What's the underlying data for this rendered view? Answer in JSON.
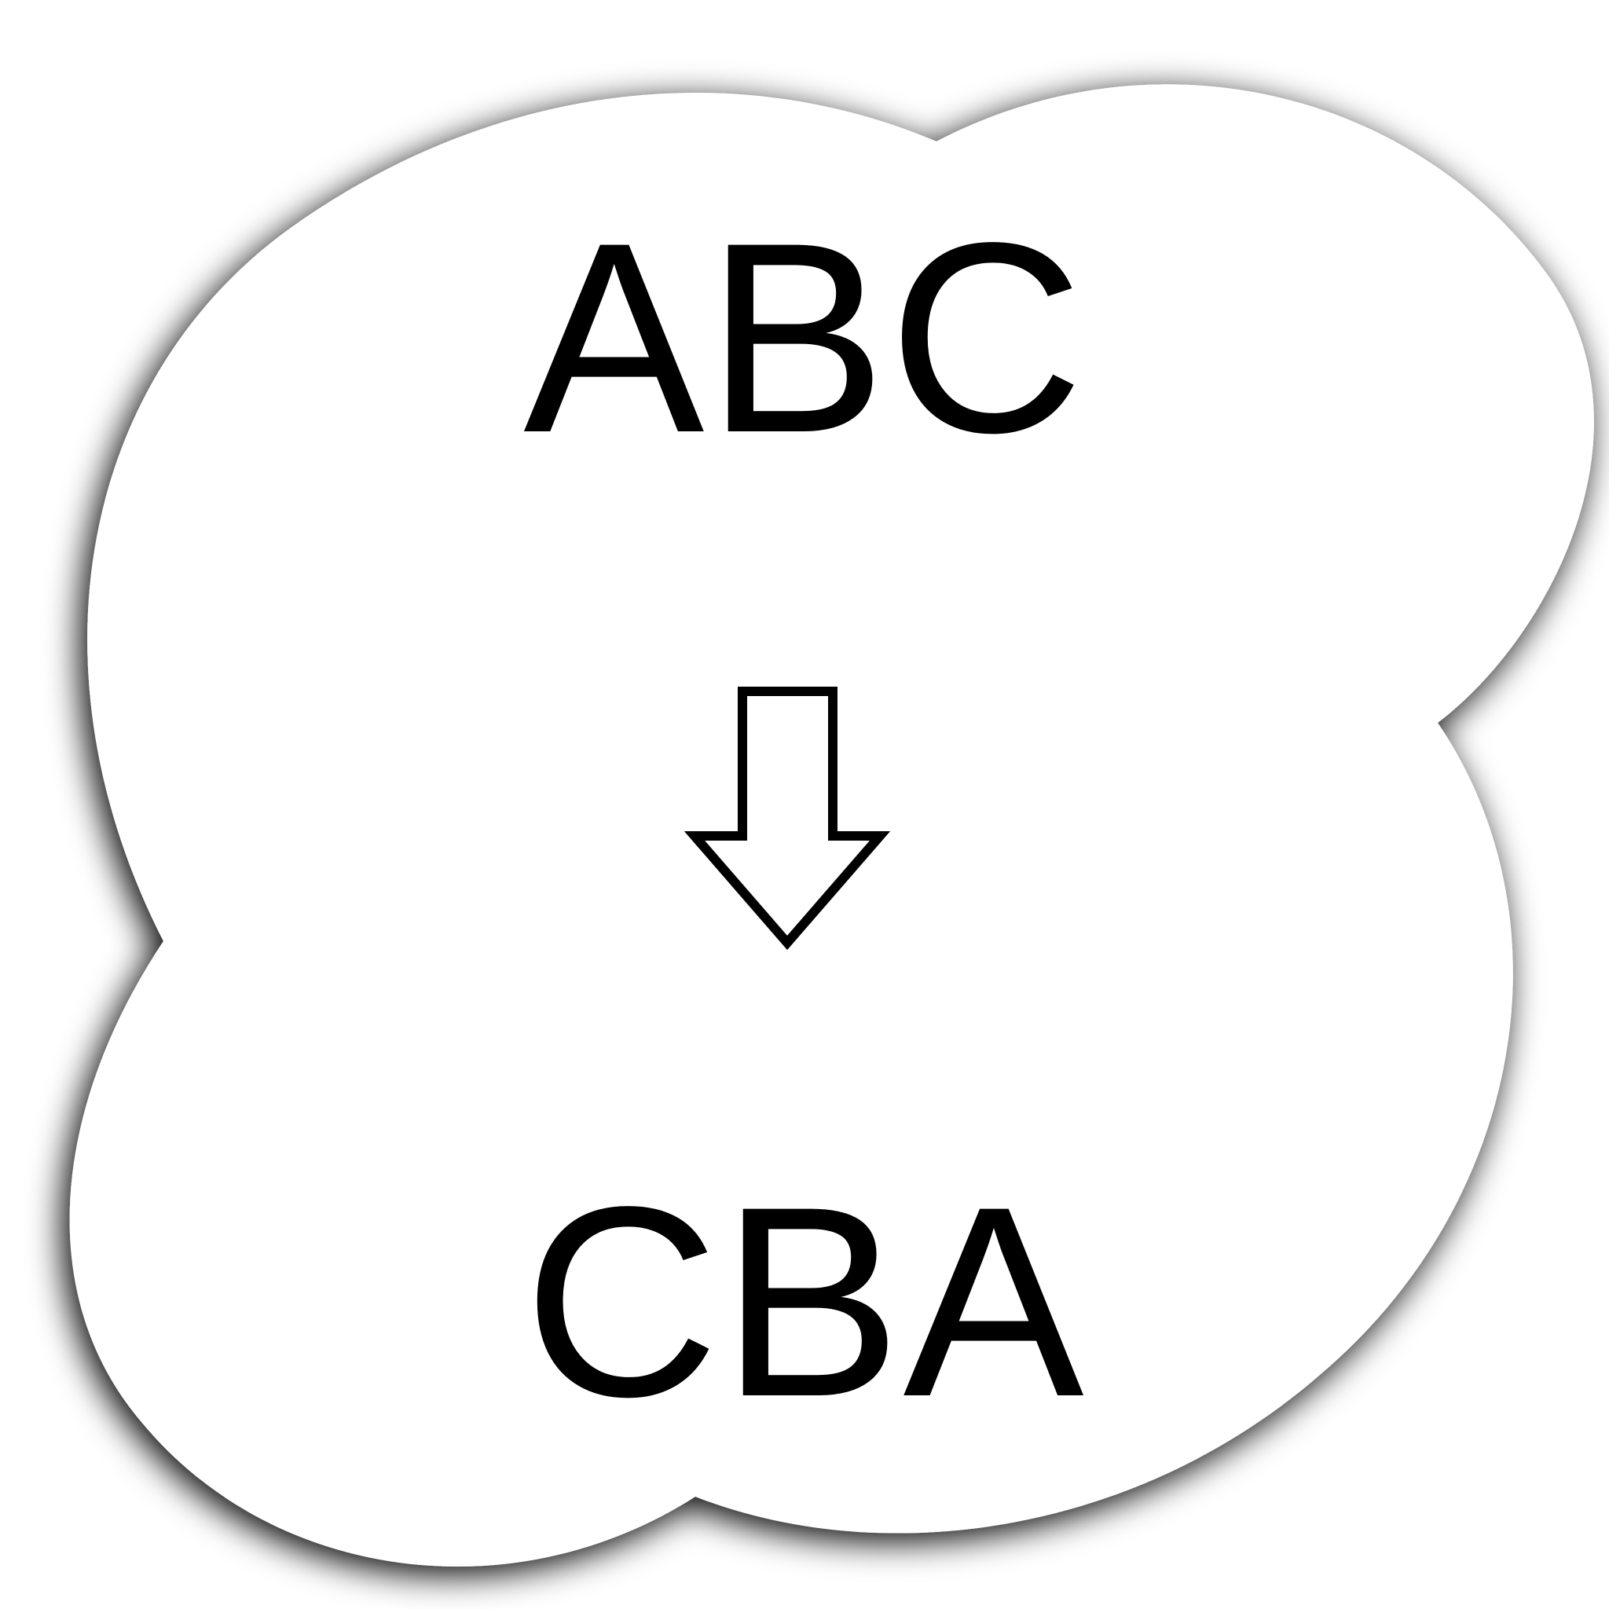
{
  "diagram": {
    "top_text": "ABC",
    "bottom_text": "CBA",
    "arrow_icon": "hollow-down-arrow-icon",
    "shape": "blob-with-soft-shadow",
    "fill_color": "#ffffff",
    "shadow_color": "#000000",
    "text_color": "#000000"
  }
}
